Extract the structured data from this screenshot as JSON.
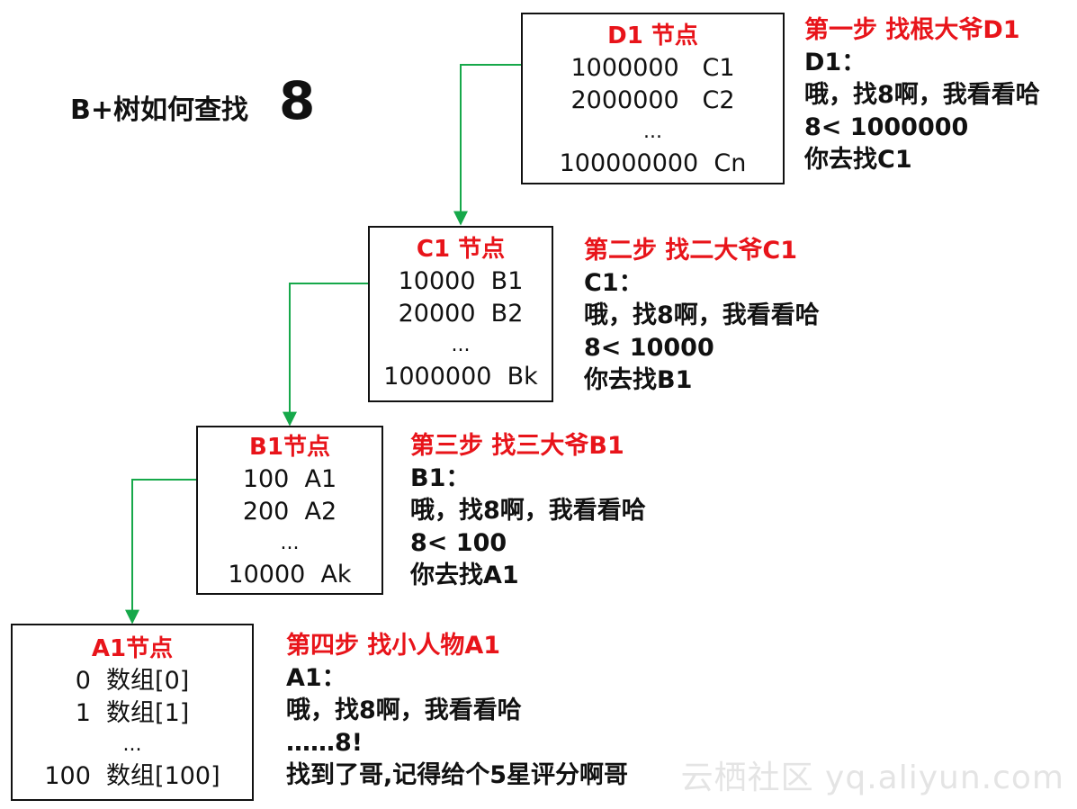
{
  "title": {
    "text": "B+树如何查找",
    "number": "8"
  },
  "nodes": {
    "d1": {
      "title": "D1 节点",
      "rows": [
        "1000000   C1",
        "2000000   C2",
        "...",
        "100000000  Cn"
      ]
    },
    "c1": {
      "title": "C1 节点",
      "rows": [
        "10000  B1",
        "20000  B2",
        "...",
        "1000000  Bk"
      ]
    },
    "b1": {
      "title": "B1节点",
      "rows": [
        "100  A1",
        "200  A2",
        "...",
        "10000  Ak"
      ]
    },
    "a1": {
      "title": "A1节点",
      "rows": [
        "0  数组[0]",
        "1  数组[1]",
        "...",
        "100  数组[100]"
      ]
    }
  },
  "steps": {
    "s1": {
      "title": "第一步  找根大爷D1",
      "lines": [
        "D1：",
        "哦，找8啊，我看看哈",
        "8< 1000000",
        "你去找C1"
      ]
    },
    "s2": {
      "title": "第二步  找二大爷C1",
      "lines": [
        "C1：",
        "哦，找8啊，我看看哈",
        "8< 10000",
        "你去找B1"
      ]
    },
    "s3": {
      "title": "第三步  找三大爷B1",
      "lines": [
        "B1：",
        "哦，找8啊，我看看哈",
        "8< 100",
        "你去找A1"
      ]
    },
    "s4": {
      "title": "第四步  找小人物A1",
      "lines": [
        "A1：",
        "哦，找8啊，我看看哈",
        "……8!",
        "找到了哥,记得给个5星评分啊哥"
      ]
    }
  },
  "colors": {
    "title_red": "#e8141a",
    "arrow_green": "#16a84a",
    "border": "#111111"
  },
  "watermark": "云栖社区 yq.aliyun.com"
}
